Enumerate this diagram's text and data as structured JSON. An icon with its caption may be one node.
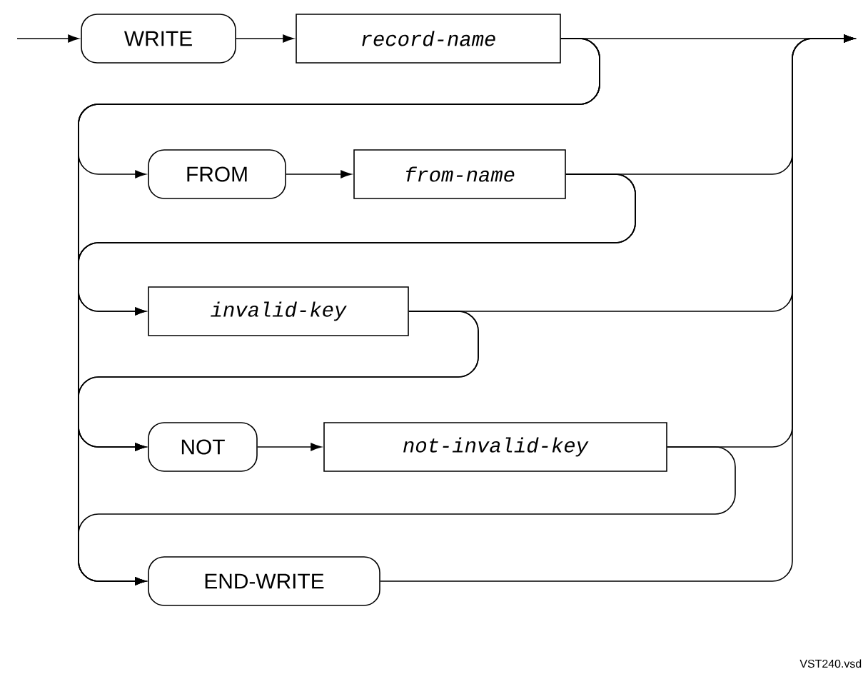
{
  "diagram": {
    "nodes": [
      {
        "text": [
          "WRITE"
        ]
      },
      {
        "text": [
          "record-name"
        ]
      },
      {
        "text": [
          "FROM"
        ]
      },
      {
        "text": [
          "from-name"
        ]
      },
      {
        "text": [
          "invalid-key"
        ]
      },
      {
        "text": [
          "NOT"
        ]
      },
      {
        "text": [
          "not-invalid-key"
        ]
      },
      {
        "text": [
          "END-WRITE"
        ]
      }
    ],
    "edges": [
      {
        "from": null,
        "to": 0,
        "arrow": "to"
      },
      {
        "from": 0,
        "to": 1,
        "arrow": "to"
      },
      {
        "from": 1,
        "to": 2,
        "arrow": "to"
      },
      {
        "from": 1,
        "to": 4,
        "arrow": "to"
      },
      {
        "from": 1,
        "to": 5,
        "arrow": "to"
      },
      {
        "from": 1,
        "to": 7,
        "arrow": "to"
      },
      {
        "from": 2,
        "to": 3,
        "arrow": "to"
      },
      {
        "from": 3,
        "to": 4,
        "arrow": "to"
      },
      {
        "from": 3,
        "to": 5,
        "arrow": "to"
      },
      {
        "from": 3,
        "to": 7,
        "arrow": "to"
      },
      {
        "from": 4,
        "to": 5,
        "arrow": "to"
      },
      {
        "from": 4,
        "to": 7,
        "arrow": "to"
      },
      {
        "from": 5,
        "to": 6,
        "arrow": "to"
      },
      {
        "from": 6,
        "to": 7,
        "arrow": "to"
      },
      {
        "from": 1,
        "to": null,
        "arrow": "to"
      },
      {
        "from": 3,
        "to": null,
        "arrow": "to"
      },
      {
        "from": 4,
        "to": null,
        "arrow": "to"
      },
      {
        "from": 6,
        "to": null,
        "arrow": "to"
      },
      {
        "from": 7,
        "to": null,
        "arrow": "to"
      }
    ],
    "labels": [
      "VST240.vsd"
    ]
  }
}
